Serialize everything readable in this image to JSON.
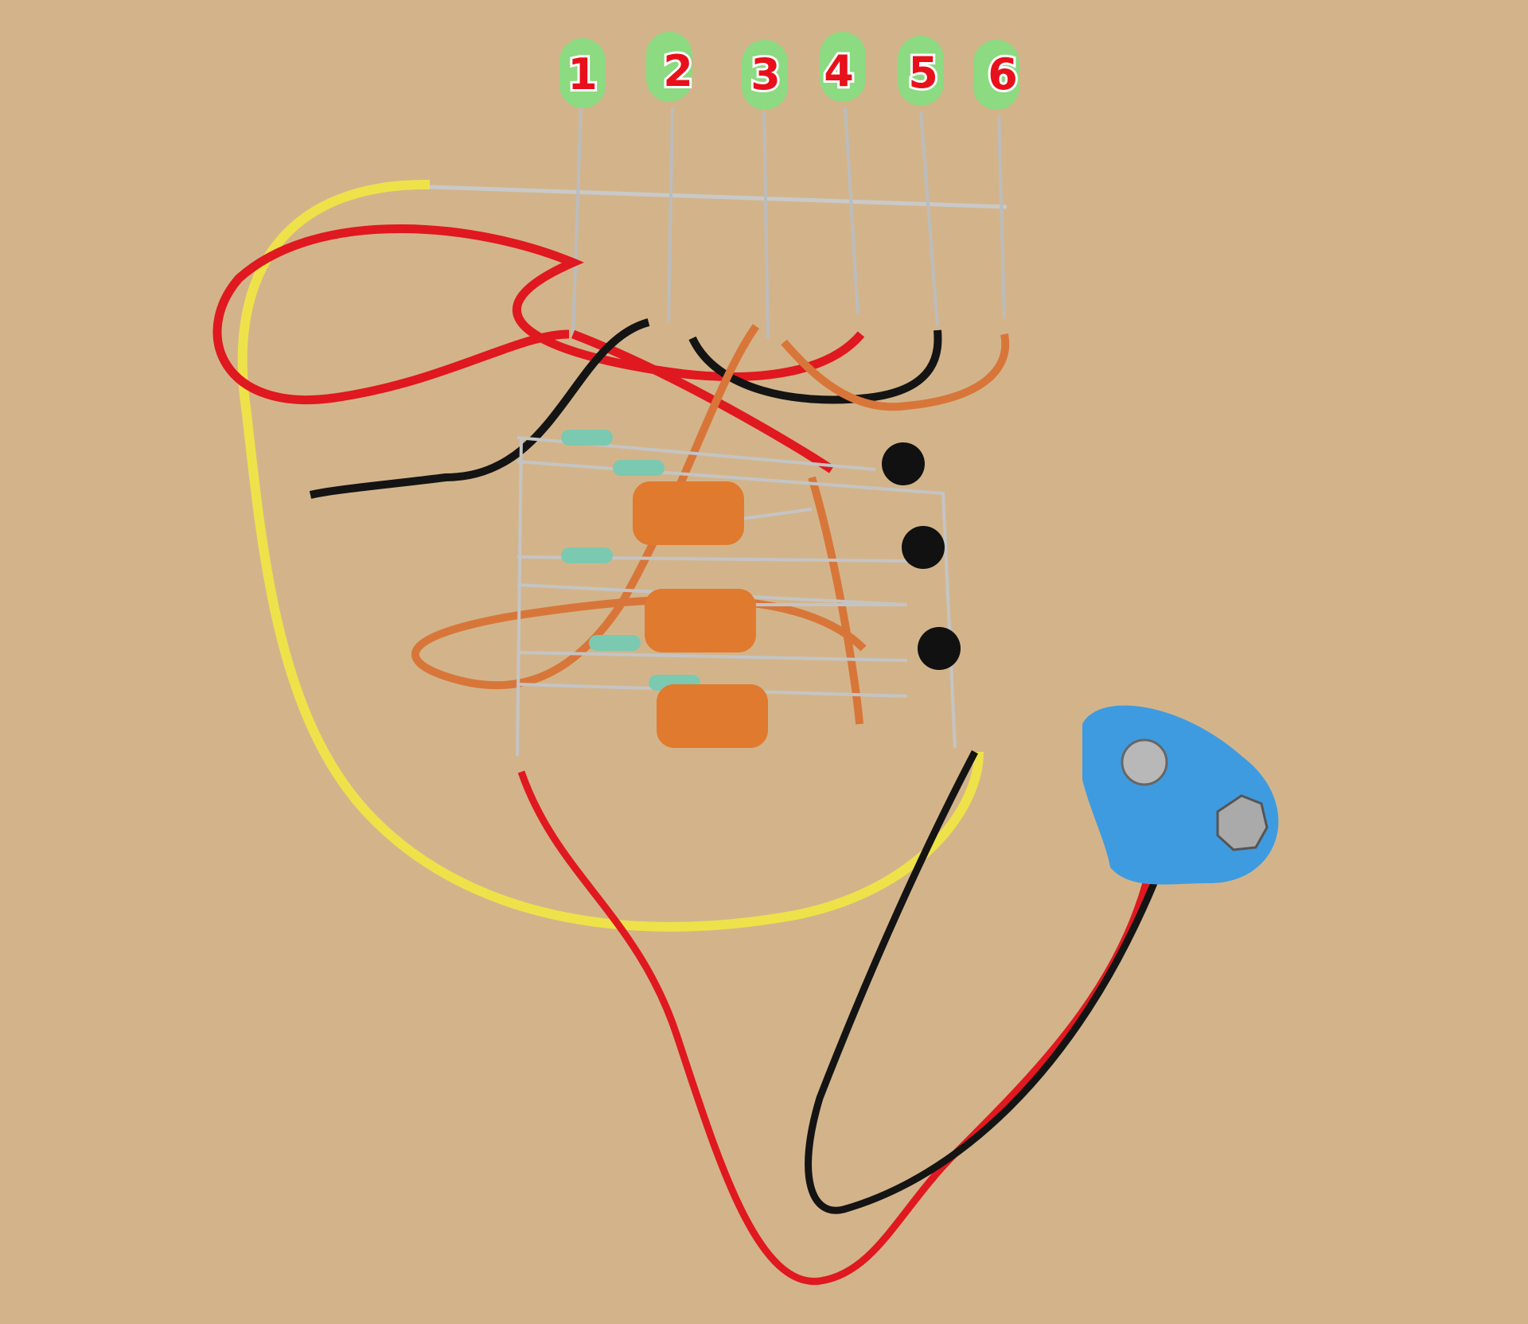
{
  "scene": {
    "description": "Hand-soldered LED chaser circuit on cardboard with 9V battery clip",
    "background_color": "#d3b48a"
  },
  "leds": [
    {
      "label": "1",
      "color": "#7fe07f"
    },
    {
      "label": "2",
      "color": "#7fe07f"
    },
    {
      "label": "3",
      "color": "#7fe07f"
    },
    {
      "label": "4",
      "color": "#7fe07f"
    },
    {
      "label": "5",
      "color": "#7fe07f"
    },
    {
      "label": "6",
      "color": "#7fe07f"
    }
  ],
  "label_color": "#e8101a",
  "components": {
    "transistors": 3,
    "capacitors": 3,
    "resistors": 6,
    "battery_clip_color": "#3f9be0"
  },
  "wire_colors": {
    "red": "#e01820",
    "black": "#141414",
    "yellow": "#eee24a",
    "orange": "#d8763a"
  }
}
